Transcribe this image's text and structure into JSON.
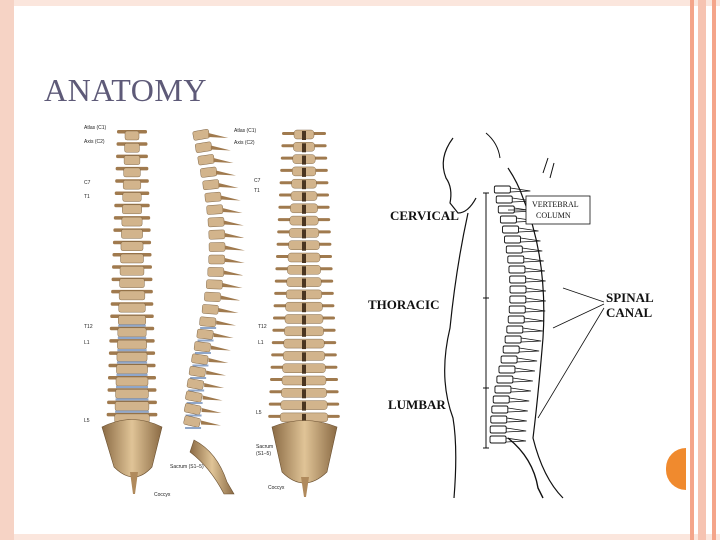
{
  "slide": {
    "title": "ANATOMY"
  },
  "left_figure": {
    "labels_front": {
      "atlas": "Atlas (C1)",
      "axis": "Axis (C2)",
      "c7": "C7",
      "t1": "T1",
      "t12": "T12",
      "l1": "L1",
      "l5": "L5",
      "sacrum": "Sacrum (S1–5)",
      "coccyx": "Coccyx"
    },
    "labels_side": {
      "atlas": "Atlas (C1)",
      "axis": "Axis (C2)",
      "c7": "C7",
      "t1": "T1",
      "t12": "T12",
      "l1": "L1",
      "l5": "L5",
      "sacrum": "Sacrum",
      "sacrum2": "(S1–5)",
      "coccyx": "Coccyx"
    }
  },
  "right_figure": {
    "cervical": "CERVICAL",
    "thoracic": "THORACIC",
    "lumbar": "LUMBAR",
    "vertebral": "VERTEBRAL",
    "column": "COLUMN",
    "spinal": "SPINAL",
    "canal": "CANAL"
  },
  "colors": {
    "bone": "#d2b48c",
    "bone_dark": "#a07a4e",
    "disc": "#8fa6c9",
    "accent": "#f08a2e"
  }
}
